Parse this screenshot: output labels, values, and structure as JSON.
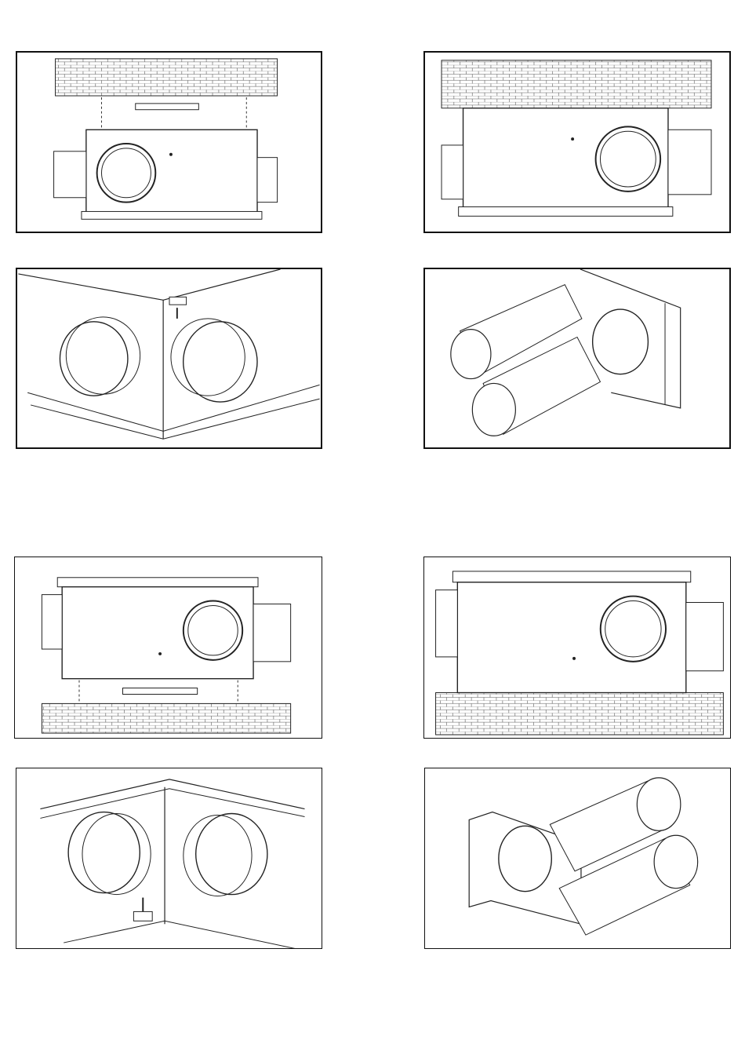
{
  "document": {
    "description_text": "",
    "panels": [
      {
        "id": "p1",
        "subject": "unit-below-ceiling-front"
      },
      {
        "id": "p2",
        "subject": "unit-mounted-ceiling-back"
      },
      {
        "id": "p3",
        "subject": "corner-bracket-detail-top"
      },
      {
        "id": "p4",
        "subject": "duct-connection-top"
      },
      {
        "id": "p5",
        "subject": "unit-above-floor-front"
      },
      {
        "id": "p6",
        "subject": "unit-mounted-floor-back"
      },
      {
        "id": "p7",
        "subject": "corner-bracket-detail-bottom"
      },
      {
        "id": "p8",
        "subject": "duct-connection-bottom"
      }
    ],
    "colors": {
      "line": "#111111",
      "paper": "#ffffff",
      "brick": "#555555"
    }
  }
}
